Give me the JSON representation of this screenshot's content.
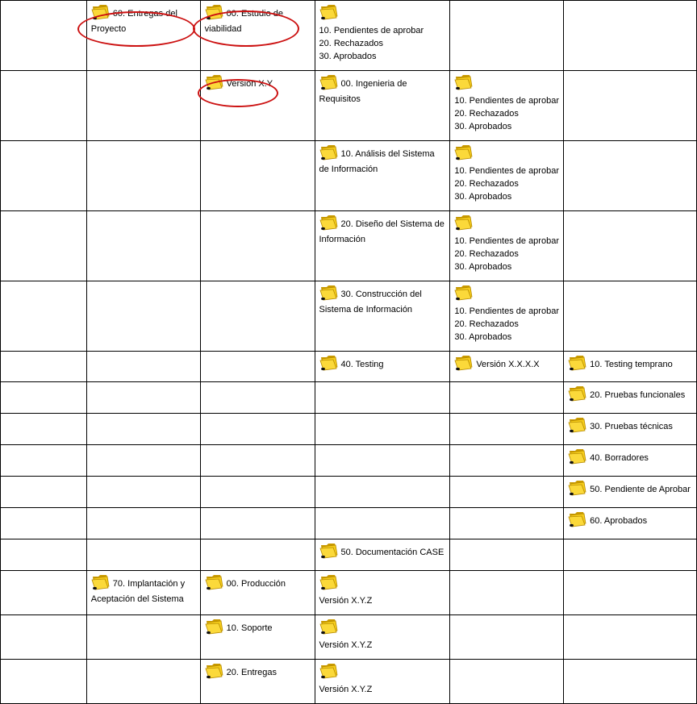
{
  "icons": {
    "folder": "folder-icon",
    "folder_color": "#f2c200",
    "highlight_color": "#cc1111"
  },
  "rows": [
    {
      "c1": "60. Entregas del Proyecto",
      "c2": "00. Estudio de viabilidad",
      "c3": "",
      "c3_sub": [
        "10. Pendientes de aprobar",
        "20. Rechazados",
        "30. Aprobados"
      ]
    },
    {
      "c2": "Versión X.Y",
      "c3": "00. Ingenieria de Requisitos",
      "c4": "",
      "c4_sub": [
        "10. Pendientes de aprobar",
        "20. Rechazados",
        "30. Aprobados"
      ]
    },
    {
      "c3": "10. Análisis del Sistema de Información",
      "c4": "",
      "c4_sub": [
        "10. Pendientes de aprobar",
        "20. Rechazados",
        "30. Aprobados"
      ]
    },
    {
      "c3": "20. Diseño del Sistema de Información",
      "c4": "",
      "c4_sub": [
        "10. Pendientes de aprobar",
        "20. Rechazados",
        "30. Aprobados"
      ]
    },
    {
      "c3": "30. Construcción del Sistema de Información",
      "c4": "",
      "c4_sub": [
        "10. Pendientes de aprobar",
        "20. Rechazados",
        "30. Aprobados"
      ]
    },
    {
      "c3": "40. Testing",
      "c4": "Versión X.X.X.X",
      "c5": "10. Testing temprano"
    },
    {
      "c5": "20. Pruebas funcionales"
    },
    {
      "c5": "30. Pruebas técnicas"
    },
    {
      "c5": "40. Borradores"
    },
    {
      "c5": "50. Pendiente de Aprobar"
    },
    {
      "c5": "60. Aprobados"
    },
    {
      "c3": "50. Documentación CASE"
    },
    {
      "c1": "70. Implantación y Aceptación del Sistema",
      "c2": "00. Producción",
      "c3": "",
      "c3_sub": [
        "Versión X.Y.Z"
      ]
    },
    {
      "c2": "10. Soporte",
      "c3": "",
      "c3_sub": [
        "Versión X.Y.Z"
      ]
    },
    {
      "c2": "20. Entregas",
      "c3": "",
      "c3_sub": [
        "Versión X.Y.Z"
      ]
    }
  ]
}
